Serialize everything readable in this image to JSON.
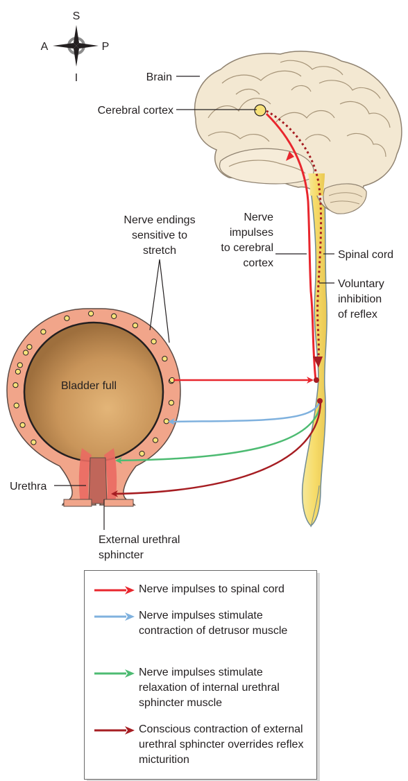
{
  "compass": {
    "superior": "S",
    "inferior": "I",
    "anterior": "A",
    "posterior": "P"
  },
  "labels": {
    "brain": "Brain",
    "cerebral_cortex": "Cerebral cortex",
    "nerve_impulses_cortex": [
      "Nerve",
      "impulses",
      "to cerebral",
      "cortex"
    ],
    "spinal_cord": "Spinal cord",
    "voluntary_inhibition": [
      "Voluntary",
      "inhibition",
      "of reflex"
    ],
    "nerve_endings": [
      "Nerve endings",
      "sensitive to",
      "stretch"
    ],
    "bladder_full": "Bladder full",
    "urethra": "Urethra",
    "external_sphincter": [
      "External urethral",
      "sphincter"
    ]
  },
  "legend": [
    {
      "text": "Nerve impulses to spinal cord",
      "color": "#e8262d"
    },
    {
      "text": "Nerve impulses stimulate contraction of detrusor muscle",
      "color": "#7fb1de"
    },
    {
      "text": "Nerve impulses stimulate relaxation of internal urethral sphincter muscle",
      "color": "#4dbb72"
    },
    {
      "text": "Conscious contraction of external urethral sphincter overrides reflex micturition",
      "color": "#a61d22"
    }
  ],
  "colors": {
    "sensory": "#e8262d",
    "detrusor": "#7fb1de",
    "internal_sphincter": "#4dbb72",
    "external_sphincter": "#a61d22",
    "brain_fill": "#f3e8d2",
    "spinal_cord_fill": "#f7e27a",
    "bladder_wall": "#f1a58a",
    "bladder_lumen": "#c9955a"
  }
}
